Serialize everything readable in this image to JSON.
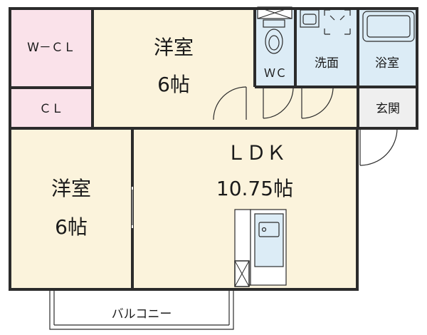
{
  "floorplan": {
    "rooms": {
      "wcl": {
        "label": "W－ＣＬ",
        "color": "#fae2ea"
      },
      "cl": {
        "label": "ＣＬ",
        "color": "#fae2ea"
      },
      "bedroom_north": {
        "name": "洋室",
        "size": "6帖",
        "color": "#fbf3dc"
      },
      "bedroom_south": {
        "name": "洋室",
        "size": "6帖",
        "color": "#fbf3dc"
      },
      "ldk": {
        "name": "ＬＤＫ",
        "size": "10.75帖",
        "color": "#fbf3dc"
      },
      "wc": {
        "label": "ＷＣ",
        "color": "#dcecf6"
      },
      "washroom": {
        "label": "洗面",
        "color": "#dcecf6"
      },
      "bathroom": {
        "label": "浴室",
        "color": "#dcecf6"
      },
      "entrance": {
        "label": "玄関",
        "color": "#efefef"
      },
      "balcony": {
        "label": "バルコニー",
        "color": "#ffffff"
      }
    },
    "colors": {
      "wall": "#2b2b2b",
      "fixture": "#dcecf6"
    }
  }
}
